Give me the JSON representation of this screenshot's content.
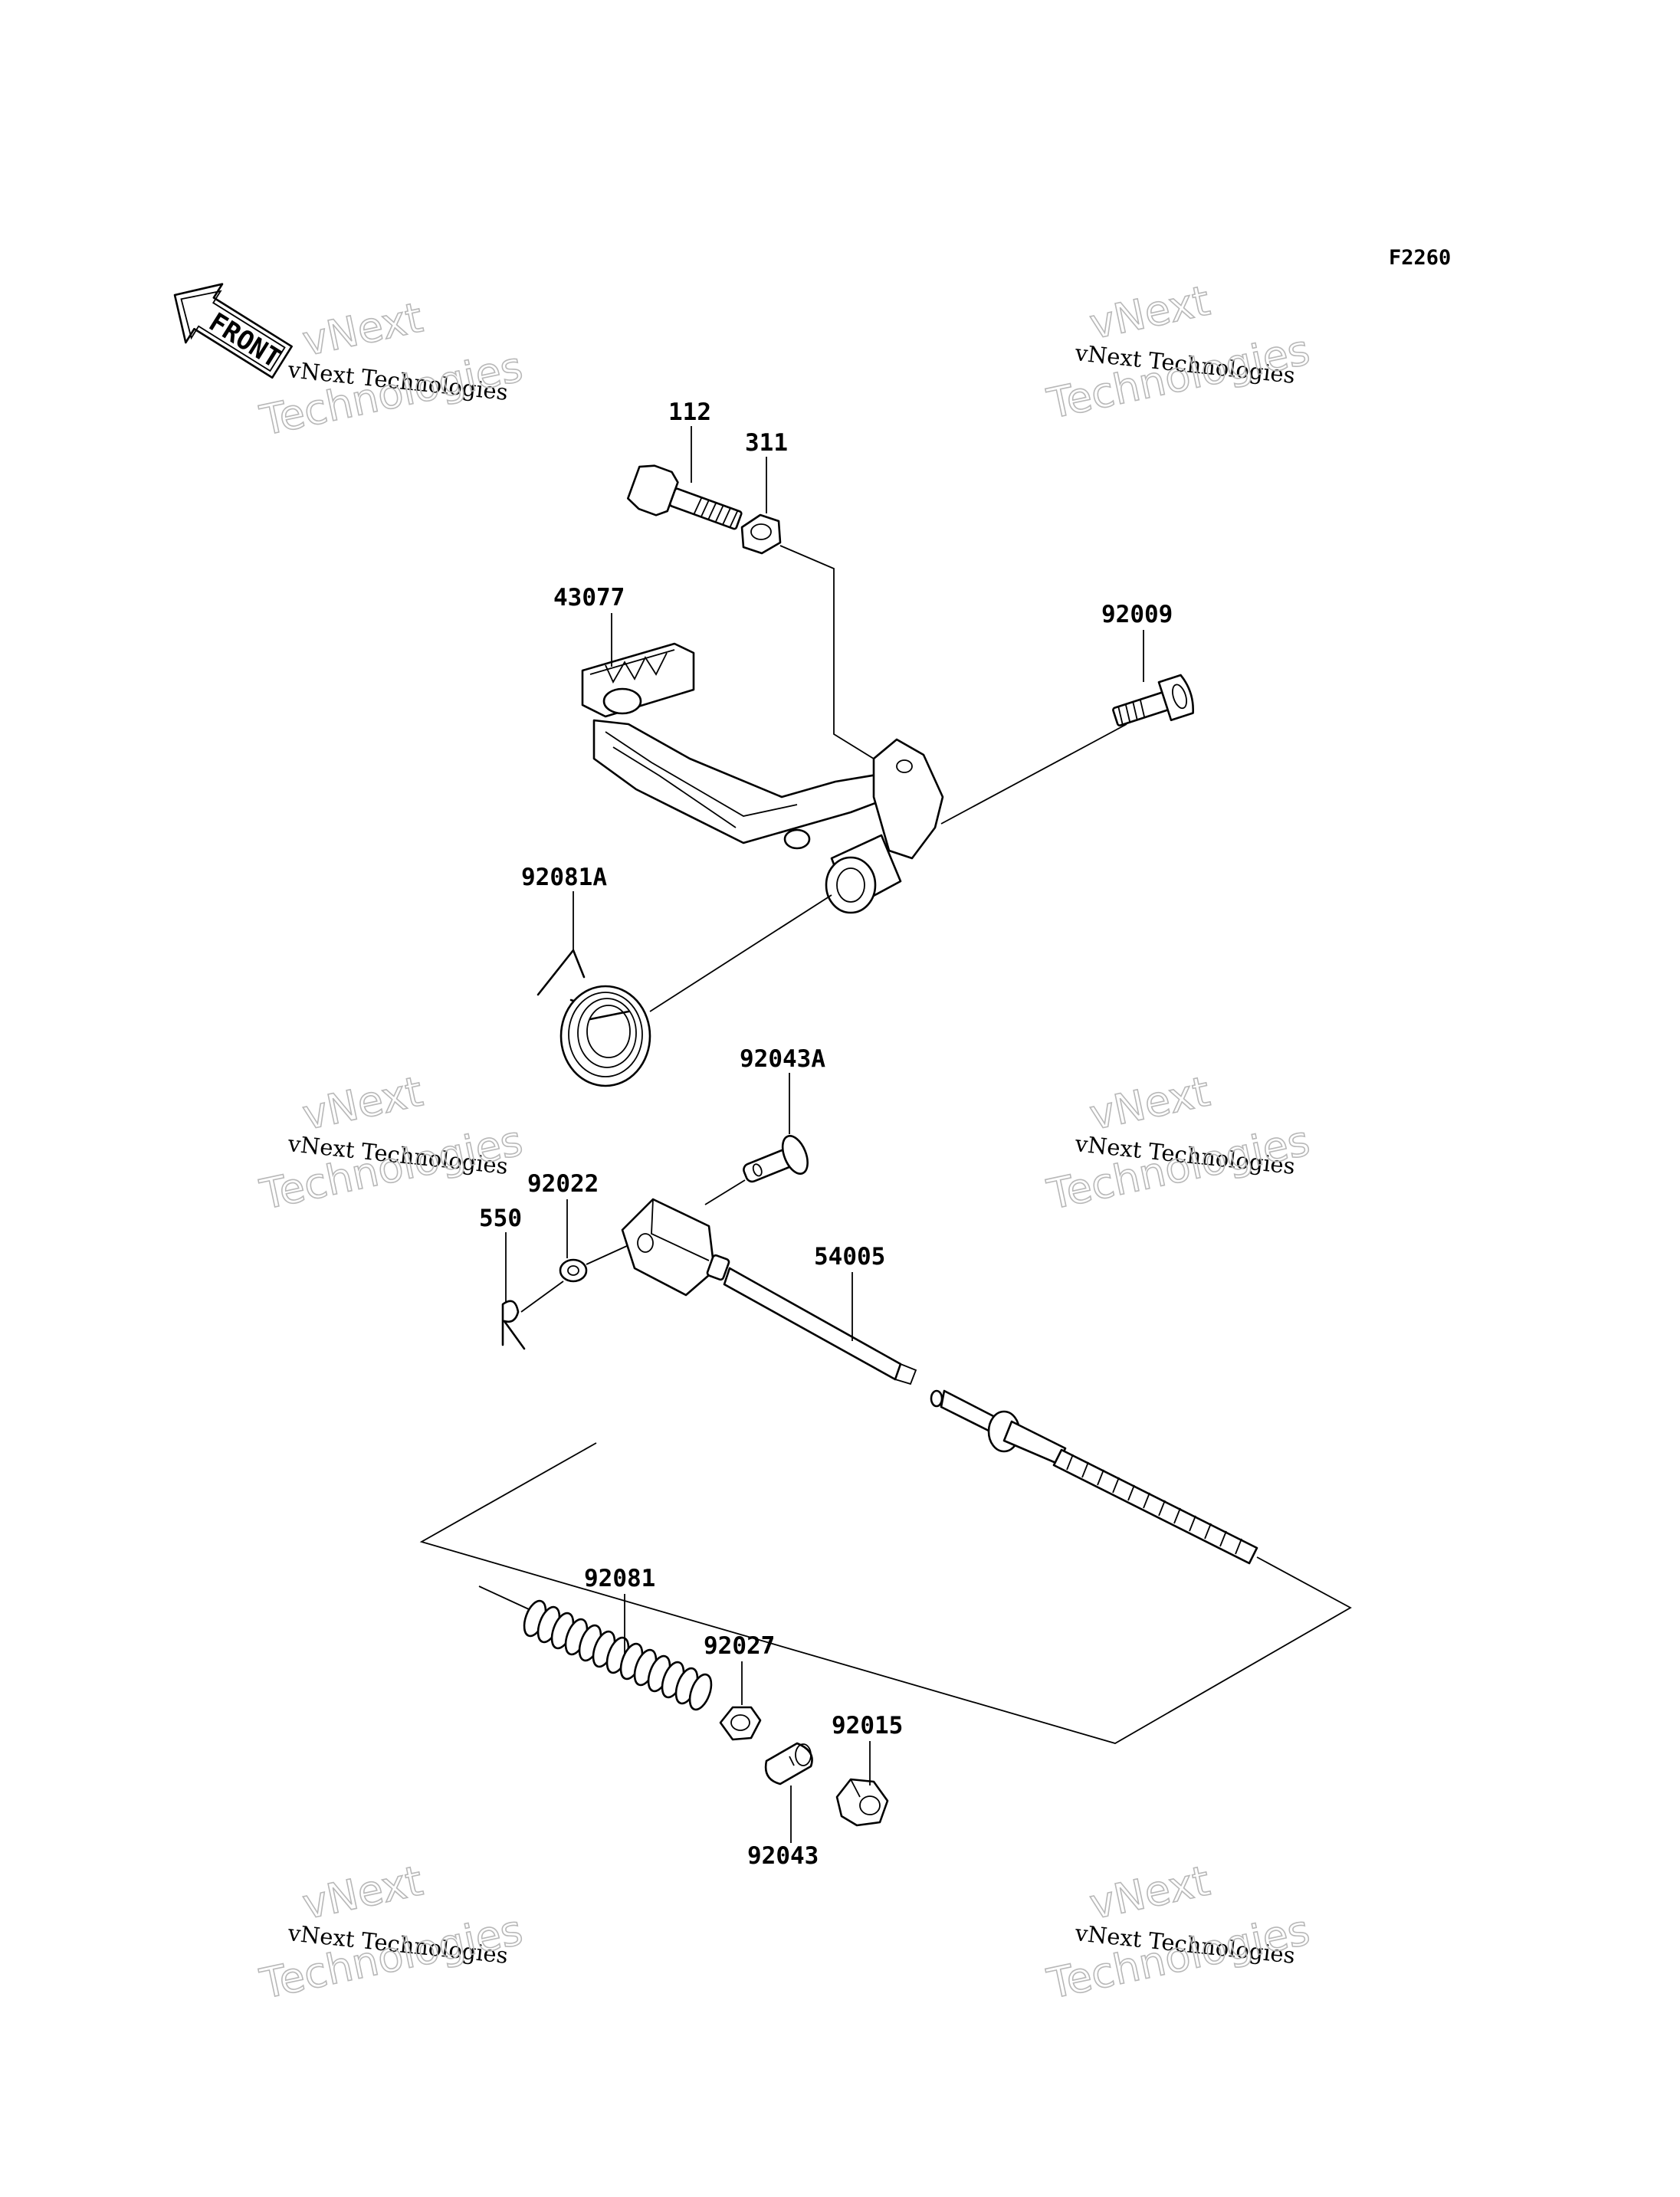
{
  "figure_code": "F2260",
  "front_label": "FRONT",
  "watermark": {
    "line1": "vNext",
    "line2": "vNext Technologies",
    "line3": "Technologies"
  },
  "parts": [
    {
      "id": "p112",
      "label": "112"
    },
    {
      "id": "p311",
      "label": "311"
    },
    {
      "id": "p43077",
      "label": "43077"
    },
    {
      "id": "p92009",
      "label": "92009"
    },
    {
      "id": "p92081a",
      "label": "92081A"
    },
    {
      "id": "p92043a",
      "label": "92043A"
    },
    {
      "id": "p92022",
      "label": "92022"
    },
    {
      "id": "p550",
      "label": "550"
    },
    {
      "id": "p54005",
      "label": "54005"
    },
    {
      "id": "p92081",
      "label": "92081"
    },
    {
      "id": "p92027",
      "label": "92027"
    },
    {
      "id": "p92015",
      "label": "92015"
    },
    {
      "id": "p92043",
      "label": "92043"
    }
  ]
}
